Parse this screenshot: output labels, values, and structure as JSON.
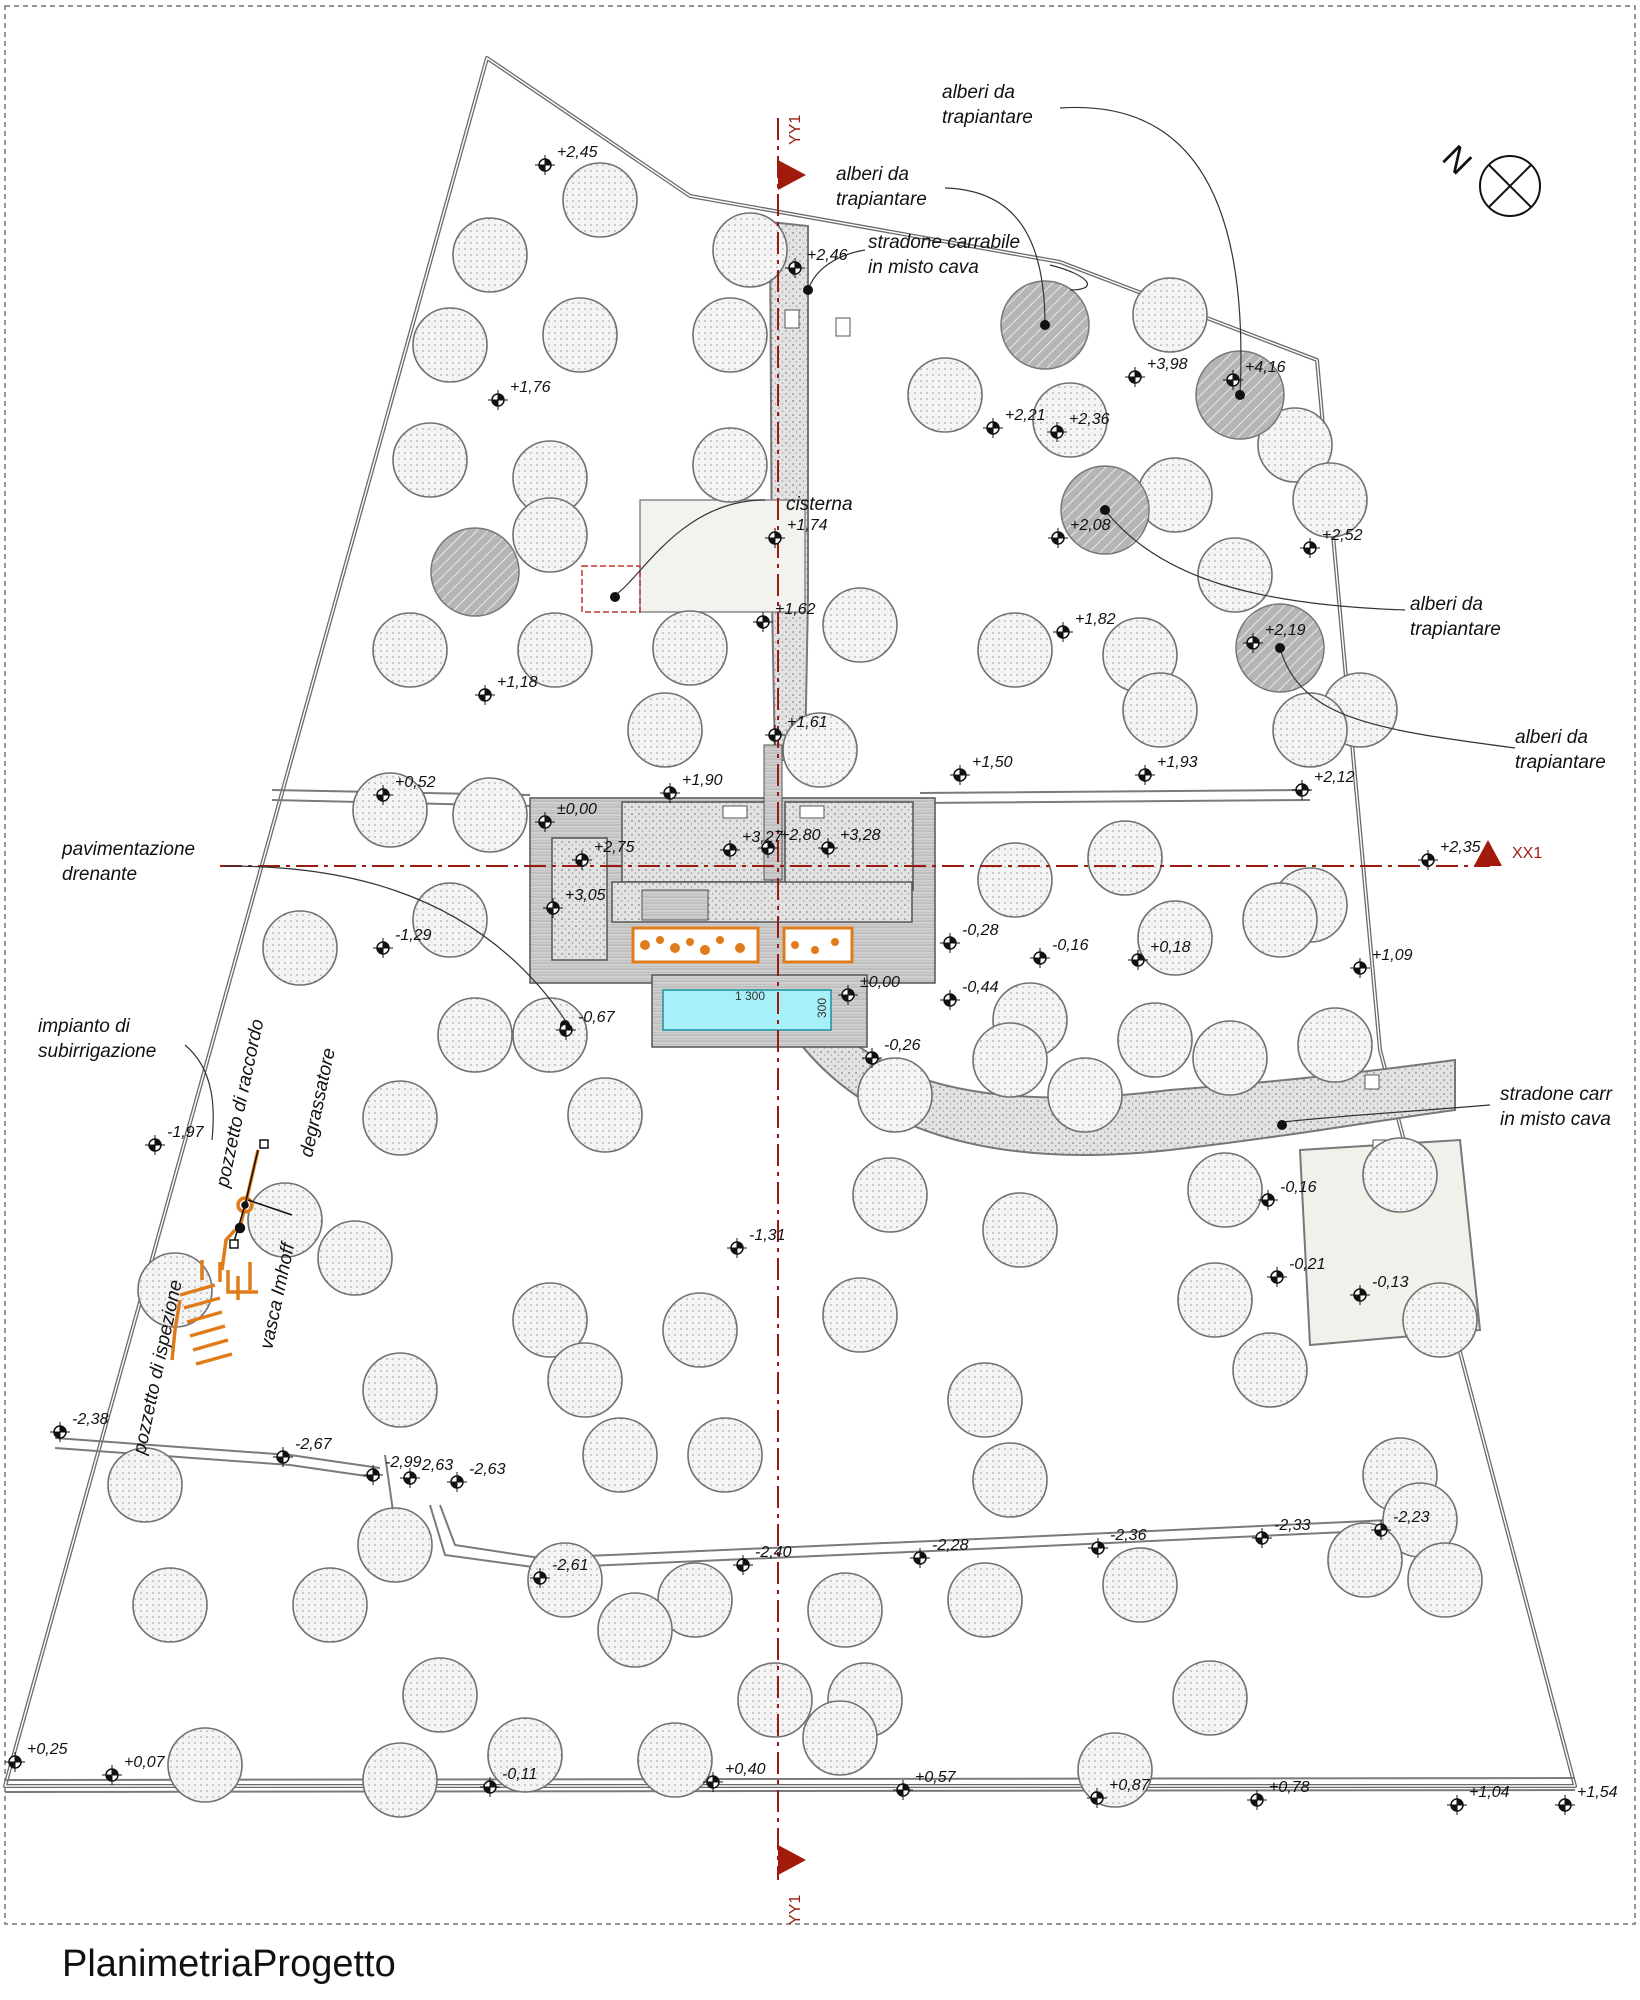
{
  "title": "PlanimetriaProgetto",
  "north_label": "N",
  "axes": {
    "vertical": "YY1",
    "horizontal": "XX1"
  },
  "pool_dims": {
    "length": "1 300",
    "width": "300"
  },
  "labels": {
    "trees_1": [
      "alberi da",
      "trapiantare"
    ],
    "trees_2": [
      "alberi da",
      "trapiantare"
    ],
    "trees_3": [
      "alberi da",
      "trapiantare"
    ],
    "trees_4": [
      "alberi da",
      "trapiantare"
    ],
    "road_top": [
      "stradone carrabile",
      "in misto cava"
    ],
    "road_right": [
      "stradone carr",
      "in misto cava"
    ],
    "cistern": "cisterna",
    "paving": [
      "pavimentazione",
      "drenante"
    ],
    "irrigation": [
      "impianto di",
      "subirrigazione"
    ],
    "manhole_collect": "pozzetto di raccordo",
    "grease_trap": "degrassatore",
    "imhoff": "vasca Imhoff",
    "manhole_inspect": "pozzetto di ispezione"
  },
  "elevations": [
    "+2,45",
    "+2,46",
    "+1,76",
    "+3,98",
    "+4,16",
    "+2,21",
    "+2,36",
    "+1,74",
    "+2,08",
    "+2,52",
    "+1,62",
    "+1,82",
    "+1,18",
    "+2,19",
    "+1,61",
    "+0,52",
    "+1,90",
    "+1,50",
    "+1,93",
    "+2,12",
    "±0,00",
    "+3,27",
    "+2,80",
    "+3,28",
    "+2,75",
    "+2,35",
    "+3,05",
    "-1,29",
    "-0,28",
    "-0,16",
    "+0,18",
    "+1,09",
    "±0,00",
    "-0,44",
    "-0,67",
    "-0,26",
    "-1,97",
    "-0,16",
    "-1,31",
    "-0,21",
    "-0,13",
    "-2,38",
    "-2,67",
    "-2,99",
    "2,63",
    "-2,63",
    "-2,61",
    "-2,40",
    "-2,28",
    "-2,36",
    "-2,33",
    "-2,23",
    "+0,25",
    "+0,07",
    "-0,11",
    "+0,40",
    "+0,57",
    "+0,87",
    "+0,78",
    "+1,04",
    "+1,54"
  ]
}
